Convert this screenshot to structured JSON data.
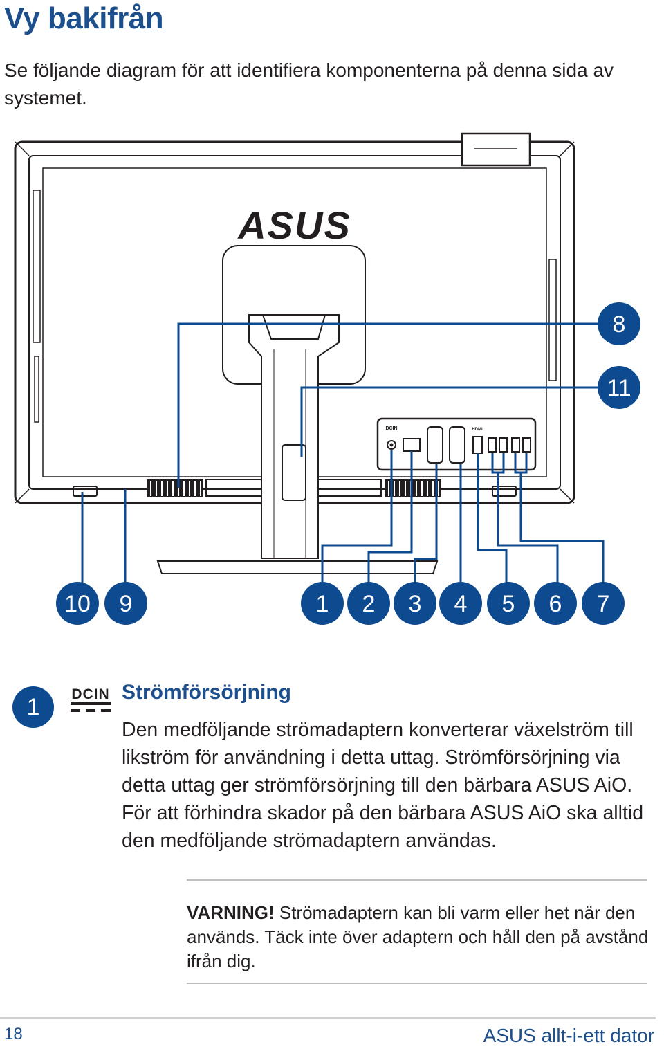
{
  "page": {
    "title": "Vy bakifrån",
    "intro": "Se följande diagram för att identifiera komponenterna på denna sida av systemet."
  },
  "diagram": {
    "brand_logo": "ASUS",
    "callouts": [
      "1",
      "2",
      "3",
      "4",
      "5",
      "6",
      "7",
      "8",
      "9",
      "10",
      "11"
    ],
    "port_labels": [
      "DCIN",
      "HDMI"
    ],
    "accent_color": "#0d4a8f"
  },
  "item": {
    "number": "1",
    "icon": "dcin-icon",
    "icon_label": "DCIN",
    "title": "Strömförsörjning",
    "description": "Den medföljande strömadaptern konverterar växelström till likström för användning i detta uttag. Strömförsörjning via detta uttag ger strömförsörjning till den bärbara ASUS AiO. För att förhindra skador på den bärbara ASUS AiO ska alltid den medföljande strömadaptern användas."
  },
  "warning": {
    "label": "VARNING!",
    "text": "Strömadaptern kan bli varm eller het när den används. Täck inte över adaptern och håll den på avstånd ifrån dig."
  },
  "footer": {
    "page_number": "18",
    "title": "ASUS allt-i-ett dator"
  }
}
